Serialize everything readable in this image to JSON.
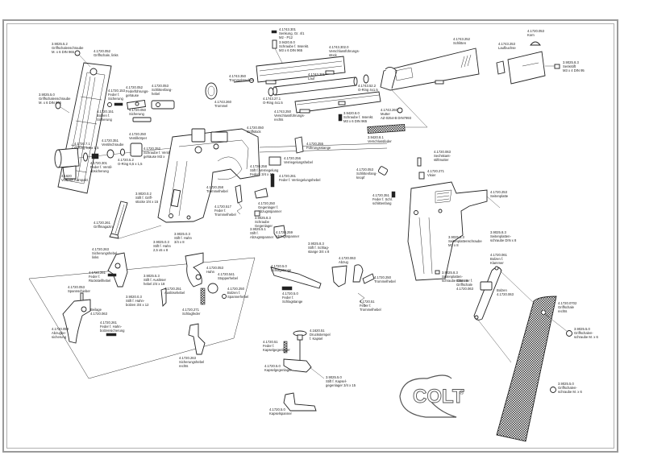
{
  "diagram": {
    "title": "Colt exploded parts diagram",
    "logo_text": "COLT",
    "logo_mark": "®",
    "labels": {
      "grip_screw_top_left": [
        "3.9025.5.2",
        "Griffschalenschraube",
        "M. x 6 DIN 965"
      ],
      "grip_left": [
        "4.1720.052",
        "Griffschale, links"
      ],
      "grip_screw_left": [
        "3.9025.5.0",
        "Griffschalenschraube",
        "M. x 6 DIN 965"
      ],
      "safety_spring": [
        "4.1720.153",
        "Feder f.",
        "Sicherung"
      ],
      "safety_bolt": [
        "4.1720.151",
        "Bolzen f.",
        "Sicherung"
      ],
      "firing_housing": [
        "4.1720.052",
        "Federführungs-",
        "gehäuse"
      ],
      "safety": [
        "4.1720.050",
        "Sicherung"
      ],
      "slide_stop": [
        "4.1720.053",
        "Schlittenfang-",
        "hebel"
      ],
      "magazine_release_spring": [
        "4.1720.517",
        "Feder f. Schlittenfanghebel"
      ],
      "barrel_screw_top": [
        "4.1743.301",
        "Senkung, Gr. 4/1",
        "M2 - P12"
      ],
      "barrel_screw": [
        "3.9420.8.0",
        "Schraube f. Insenkt.",
        "M3 x 6 DIN 965"
      ],
      "slide_frame": [
        "4.1743.302.0",
        "Verschlussführungs-",
        "stück"
      ],
      "recoil_pin": [
        "4.1743.350",
        "Trommelstecher"
      ],
      "barrel": [
        "4.1743.301",
        "Lauf"
      ],
      "o_ring_barrel": [
        "4.1743.27.1",
        "O-Ring 4x1.5"
      ],
      "o_ring_front": [
        "4.1743.52.2",
        "O-Ring 4x1.5"
      ],
      "hammer_drum": [
        "4.1743.260",
        "Trommel"
      ],
      "guide_rail_right": [
        "4.1743.250",
        "Verschlussführungs-",
        "rechts"
      ],
      "nut": [
        "4.1743.260",
        "Mutter",
        "AZ-0254-B DIN7993"
      ],
      "slide": [
        "4.1743.252",
        "Schlitten"
      ],
      "barrel_bush": [
        "4.1743.253",
        "Laufbuchse"
      ],
      "front_sight": [
        "4.1720.053",
        "Korn"
      ],
      "slide_screw": [
        "3.9420.8.0",
        "Schraube f. Insenkt.",
        "M3 x 6 DIN 965"
      ],
      "recoil_spring": [
        "3.9420.8.1",
        "Verschlussfeder"
      ],
      "guide_rod": [
        "4.1720.255",
        "Führungsstange"
      ],
      "frame": [
        "4.1720.050",
        "Griffstück"
      ],
      "front_insert": [
        "4.1620",
        "Vorsatz, Kompakt"
      ],
      "o_ring_insert": [
        "4.1720.7.1",
        "O-Ring 6,5 x 1,5"
      ],
      "valve_spring": [
        "4.1720.301",
        "Feder f. Ventil-",
        "absicherung"
      ],
      "valve_screw": [
        "4.1720.351",
        "Ventilschraube"
      ],
      "valve_body": [
        "4.1720.250",
        "Ventilkörper"
      ],
      "o_ring_valve": [
        "4.1720.5.2",
        "O-Ring 6,5 x 1,5"
      ],
      "valve_housing_screw": [
        "4.1720.252",
        "Schraube f. Ventil-",
        "gehäuse M3 x"
      ],
      "magazine_pin": [
        "3.9020.0.2",
        "Stift f. Griff-",
        "stücke 3/4 x 15"
      ],
      "magazine": [
        "4.1720.261",
        "Griffmagazin"
      ],
      "trigger_bar_spring": [
        "4.1720.258",
        "Stift f. Verriegelung",
        "Federl. 3/4 x 16"
      ],
      "locking_catch": [
        "4.1720.256",
        "Verriegelungshebel"
      ],
      "locking_spring": [
        "4.1720.261",
        "Feder f. Verriegelungshebel"
      ],
      "trigger_pivot": [
        "4.1720.258",
        "Trommelhebel"
      ],
      "trigger_spring": [
        "4.1720.517",
        "Feder f.",
        "Trommelhebel"
      ],
      "sear_spring": [
        "4.1720.250",
        "Gegenlager f.",
        "Abzugsspanner"
      ],
      "sear_screw": [
        "3.9025.8.3",
        "Schraube",
        "Gegenlager"
      ],
      "sear_pin": [
        "3.9025.5.1",
        "Stift f.",
        "Abzugsspanner"
      ],
      "sear": [
        "4.1720.259",
        "Abzugsspanner"
      ],
      "hammer_cover": [
        "4.1720.263",
        "Sicherungshebel",
        "links"
      ],
      "trigger_pin": [
        "4.1720.261",
        "Feder f.",
        "Rückstellhebel"
      ],
      "hammer_pin_a": [
        "3.9020.0.3",
        "Stift f. Hahn-",
        "bolzen 3/4 x 12"
      ],
      "hammer_pin_b": [
        "3.9025.5.3",
        "Stift f. Auslöser",
        "hebel 2/4 x 18"
      ],
      "hammer_pin_c": [
        "3.9025.0.3",
        "Stift f. Hahn",
        "2,5 x5 x 8"
      ],
      "hammer_pin_d": [
        "3.9025.0.3",
        "Stift f. Hahn",
        "3/4 x 8"
      ],
      "trigger_lever": [
        "4.1720.251",
        "Auslösehebel"
      ],
      "hammer": [
        "4.1720.053",
        "Hahn"
      ],
      "disconnector": [
        "4.1720.541",
        "Stopperhebel"
      ],
      "hammer_bolt": [
        "4.1720.250",
        "Bolzen f.",
        "Spannerhebel"
      ],
      "hammer_spring": [
        "4.1720.271",
        "Schlagfeder"
      ],
      "safety_right": [
        "4.1720.263",
        "Sicherungshebel",
        "rechts"
      ],
      "trigger_spring_2": [
        "4.1720.261",
        "Feder f. Hahn-",
        "bolzensicherung"
      ],
      "spring_plate": [
        "4.1720.053",
        "Spannschieber"
      ],
      "washer": [
        "Beilage",
        "4.1720.063"
      ],
      "trigger": [
        "4.1720.053",
        "Abzugbe-",
        "sicherung"
      ],
      "firing_pin_screw": [
        "3.9025.8.3",
        "Stift f. Schlag-",
        "stange 3/4 x 8"
      ],
      "firing_pin": [
        "4.1720.063",
        "Abzug"
      ],
      "hammer_strut": [
        "4.1720.5.0",
        "Schlagstange"
      ],
      "strut_spring": [
        "4.1720.5.0",
        "Feder f.",
        "Schlagstange"
      ],
      "magazine_cover": [
        "4.1720.250",
        "Trommelhebel"
      ],
      "trigger_spring_3": [
        "4.1720.51",
        "Feder f.",
        "Trommelhebel"
      ],
      "gas_cap": [
        "4.1620.51",
        "Druckstempel",
        "f. Kapsel"
      ],
      "cap_spring": [
        "4.1720.51",
        "Feder f.",
        "Kapselgegenlager"
      ],
      "cap_seat": [
        "4.1720.5.0",
        "Kapselgegenlager"
      ],
      "cap_screw": [
        "3.9025.5.0",
        "Stift f. Kapsel-",
        "gegenlager 3/4 x 15"
      ],
      "cap_holder": [
        "4.1720.5.0",
        "Kapselspanner"
      ],
      "slide_stop_knob": [
        "4.1720.053",
        "Schlittenfang-",
        "knopf"
      ],
      "slide_stop_spring": [
        "4.1720.351",
        "Feder f. Schl.",
        "schlittenfang"
      ],
      "sight_screw": [
        "3.9025.8.3",
        "Senkstift",
        "M3 x 4 DIN 95"
      ],
      "rear_sight": [
        "4.1720.271",
        "Visier"
      ],
      "sight_block": [
        "4.1720.063",
        "Sechskant-",
        "stiftmutter"
      ],
      "slide_body": [
        "4.1720.253",
        "Seitenplatte"
      ],
      "side_screw": [
        "3.9025.8.3",
        "Seitenplattenschraube",
        "M3 x 8"
      ],
      "side_screw_2": [
        "3.9025.8.3",
        "Seitenplatten-",
        "schraube DIN x 8"
      ],
      "frame_screw": [
        "3.9025.8.3",
        "Seitenplatten-",
        "schraube DIN x 8"
      ],
      "grip_spring": [
        "4.1720.061",
        "Bolzen f.",
        "Klammer"
      ],
      "grip_clamp": [
        "Klammer f.",
        "Griffschale",
        "4.1720.063"
      ],
      "grip_plate": [
        "Bolzen",
        "4.1720.063"
      ],
      "grip_right": [
        "4.1720.0702",
        "Griffschale",
        "rechts"
      ],
      "grip_screw_right": [
        "3.9025.5.0",
        "Griffschalen-",
        "schraube M. x 6"
      ],
      "grip_screw_bottom": [
        "3.9025.5.0",
        "Griffschalen-",
        "schraube M. x 6"
      ]
    }
  }
}
